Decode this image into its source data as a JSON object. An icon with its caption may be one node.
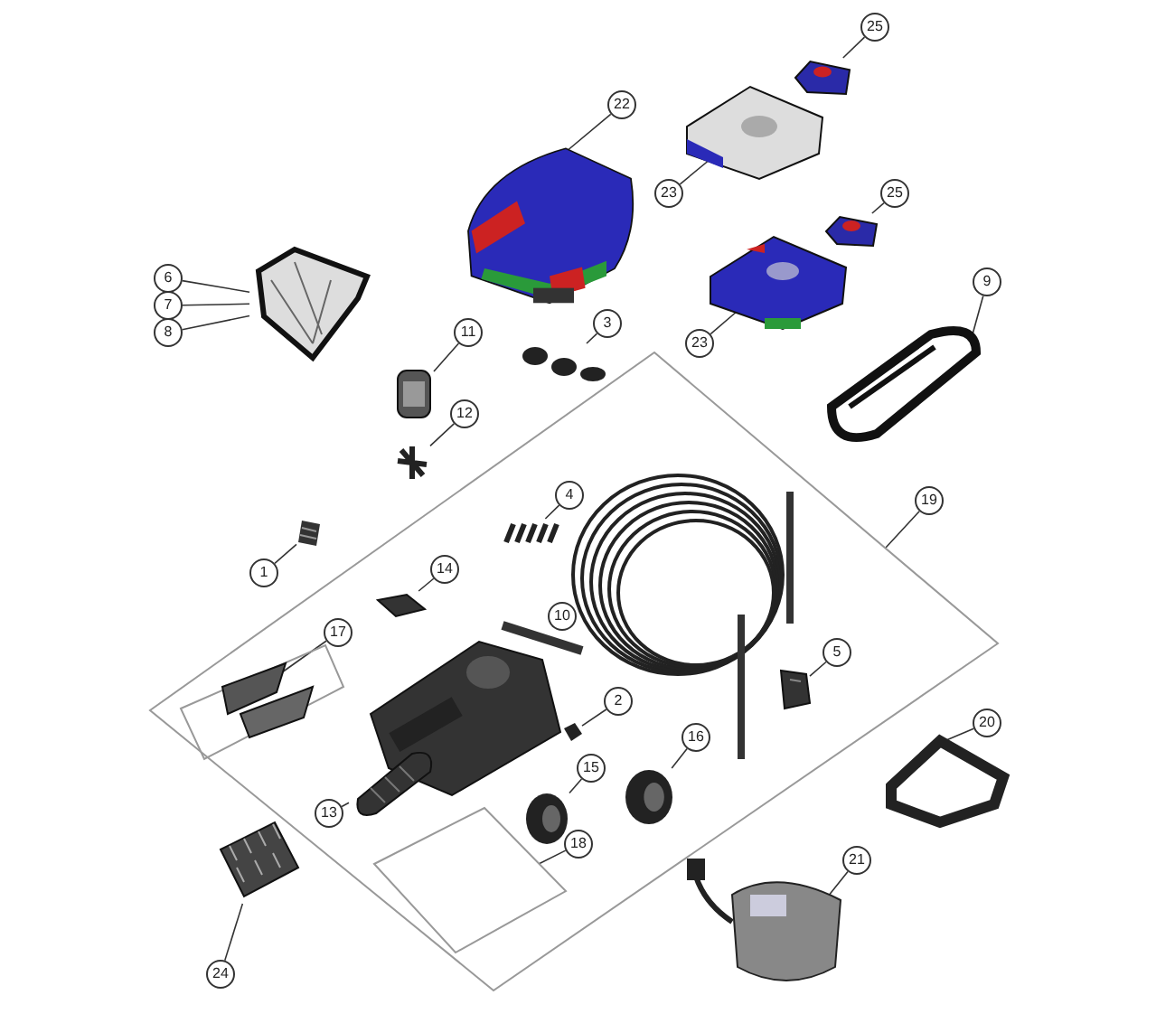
{
  "diagram": {
    "nodes": [
      {
        "text": [
          "25"
        ]
      },
      {
        "text": [],
        "shape": "picture"
      },
      {
        "text": [
          "22"
        ]
      },
      {
        "text": [],
        "shape": "picture"
      },
      {
        "text": [
          "23"
        ]
      },
      {
        "text": [],
        "shape": "picture"
      },
      {
        "text": [
          "25"
        ]
      },
      {
        "text": [],
        "shape": "picture"
      },
      {
        "text": [
          "23"
        ]
      },
      {
        "text": [],
        "shape": "picture"
      },
      {
        "text": [
          "6"
        ]
      },
      {
        "text": [
          "7"
        ]
      },
      {
        "text": [
          "8"
        ]
      },
      {
        "text": [],
        "shape": "picture"
      },
      {
        "text": [
          "9"
        ]
      },
      {
        "text": [],
        "shape": "picture"
      },
      {
        "text": [
          "11"
        ]
      },
      {
        "text": [],
        "shape": "picture"
      },
      {
        "text": [
          "3"
        ]
      },
      {
        "text": [],
        "shape": "picture"
      },
      {
        "text": [
          "12"
        ]
      },
      {
        "text": [],
        "shape": "picture"
      },
      {
        "text": [
          "19"
        ]
      },
      {
        "text": [],
        "shape": "box"
      },
      {
        "text": [
          "4"
        ],
        "in": 23
      },
      {
        "text": [],
        "shape": "picture",
        "in": 23
      },
      {
        "text": [
          "1"
        ]
      },
      {
        "text": [],
        "shape": "picture"
      },
      {
        "text": [
          "14"
        ],
        "in": 23
      },
      {
        "text": [],
        "shape": "picture",
        "in": 23
      },
      {
        "text": [
          "10"
        ],
        "in": 23
      },
      {
        "text": [],
        "shape": "picture",
        "in": 23
      },
      {
        "text": [
          "17"
        ],
        "in": 23
      },
      {
        "text": [],
        "shape": "box",
        "in": 23
      },
      {
        "text": [],
        "shape": "picture",
        "in": 33
      },
      {
        "text": [
          "2"
        ],
        "in": 23
      },
      {
        "text": [],
        "shape": "picture",
        "in": 23
      },
      {
        "text": [
          "13"
        ],
        "in": 23
      },
      {
        "text": [],
        "shape": "picture",
        "in": 23
      },
      {
        "text": [
          "15"
        ],
        "in": 23
      },
      {
        "text": [],
        "shape": "picture",
        "in": 23
      },
      {
        "text": [
          "16"
        ],
        "in": 23
      },
      {
        "text": [],
        "shape": "picture",
        "in": 23
      },
      {
        "text": [
          "18"
        ],
        "in": 23
      },
      {
        "text": [],
        "shape": "box",
        "in": 23
      },
      {
        "text": [
          "5"
        ],
        "in": 23
      },
      {
        "text": [],
        "shape": "picture",
        "in": 23
      },
      {
        "text": [
          "20"
        ]
      },
      {
        "text": [],
        "shape": "picture"
      },
      {
        "text": [
          "21"
        ]
      },
      {
        "text": [],
        "shape": "picture"
      },
      {
        "text": [
          "24"
        ]
      },
      {
        "text": [],
        "shape": "picture"
      }
    ],
    "edges": [
      {
        "from": 0,
        "to": 1,
        "arrow": "none"
      },
      {
        "from": 2,
        "to": 3,
        "arrow": "none"
      },
      {
        "from": 4,
        "to": 5,
        "arrow": "none"
      },
      {
        "from": 6,
        "to": 7,
        "arrow": "none"
      },
      {
        "from": 8,
        "to": 9,
        "arrow": "none"
      },
      {
        "from": 10,
        "to": 13,
        "arrow": "none"
      },
      {
        "from": 11,
        "to": 13,
        "arrow": "none"
      },
      {
        "from": 12,
        "to": 13,
        "arrow": "none"
      },
      {
        "from": 14,
        "to": 15,
        "arrow": "none"
      },
      {
        "from": 16,
        "to": 17,
        "arrow": "none"
      },
      {
        "from": 18,
        "to": 19,
        "arrow": "none"
      },
      {
        "from": 20,
        "to": 21,
        "arrow": "none"
      },
      {
        "from": 22,
        "to": 23,
        "arrow": "none"
      },
      {
        "from": 24,
        "to": 25,
        "arrow": "none"
      },
      {
        "from": 26,
        "to": 27,
        "arrow": "none"
      },
      {
        "from": 28,
        "to": 29,
        "arrow": "none"
      },
      {
        "from": 30,
        "to": 31,
        "arrow": "none"
      },
      {
        "from": 32,
        "to": 34,
        "arrow": "none"
      },
      {
        "from": 35,
        "to": 36,
        "arrow": "none"
      },
      {
        "from": 37,
        "to": 38,
        "arrow": "none"
      },
      {
        "from": 39,
        "to": 40,
        "arrow": "none"
      },
      {
        "from": 41,
        "to": 42,
        "arrow": "none"
      },
      {
        "from": 43,
        "to": 44,
        "arrow": "none"
      },
      {
        "from": 45,
        "to": 46,
        "arrow": "none"
      },
      {
        "from": 47,
        "to": 48,
        "arrow": "none"
      },
      {
        "from": 49,
        "to": 50,
        "arrow": "none"
      },
      {
        "from": 51,
        "to": 52,
        "arrow": "none"
      }
    ]
  }
}
